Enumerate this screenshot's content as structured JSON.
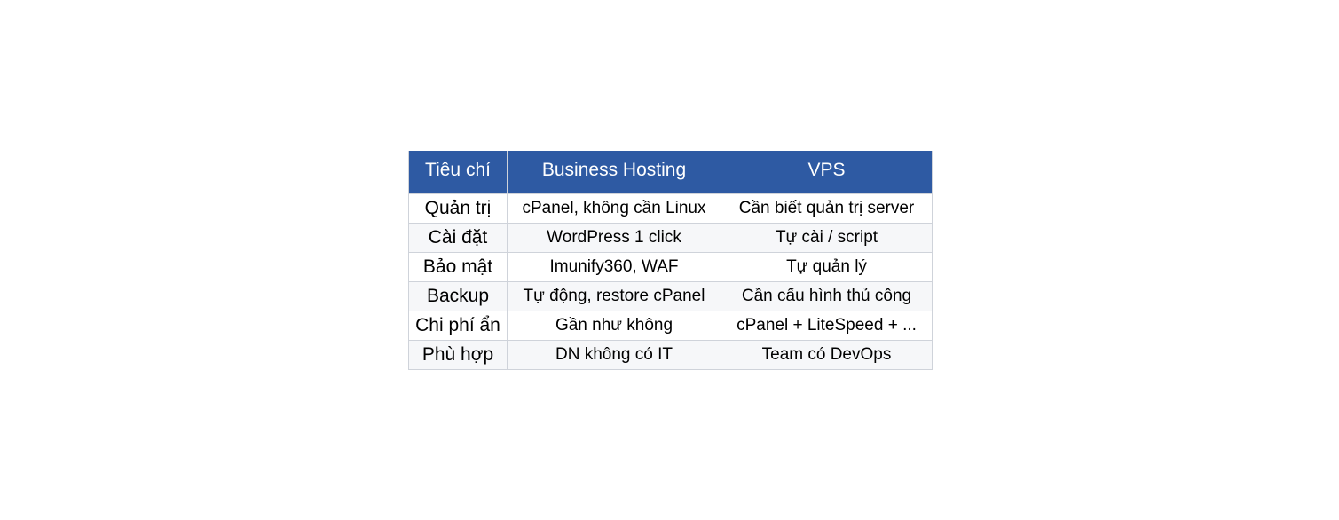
{
  "header_color": "#2e5aa3",
  "table": {
    "headers": [
      "Tiêu chí",
      "Business Hosting",
      "VPS"
    ],
    "rows": [
      [
        "Quản trị",
        "cPanel, không cần Linux",
        "Cần biết quản trị server"
      ],
      [
        "Cài đặt",
        "WordPress 1 click",
        "Tự cài / script"
      ],
      [
        "Bảo mật",
        "Imunify360, WAF",
        "Tự quản lý"
      ],
      [
        "Backup",
        "Tự động, restore cPanel",
        "Cần cấu hình thủ công"
      ],
      [
        "Chi phí ẩn",
        "Gần như không",
        "cPanel + LiteSpeed + ..."
      ],
      [
        "Phù hợp",
        "DN không có IT",
        "Team có DevOps"
      ]
    ]
  }
}
